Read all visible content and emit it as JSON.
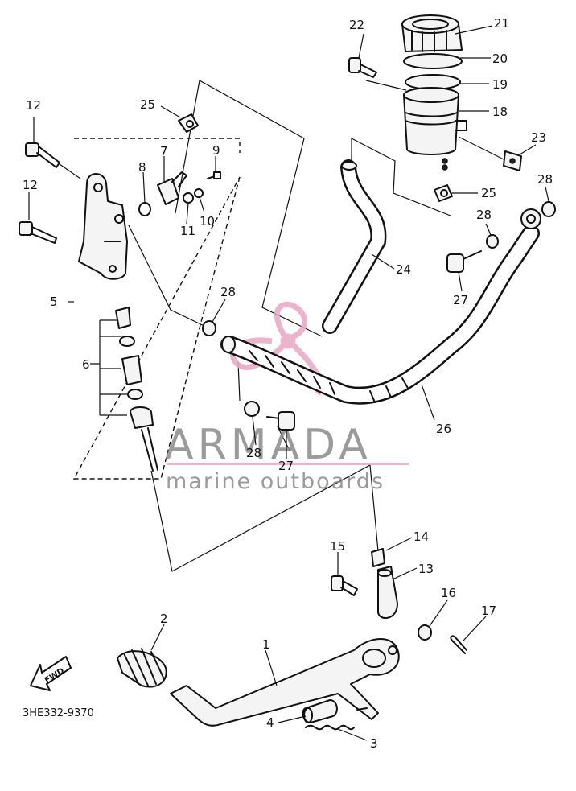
{
  "diagram": {
    "code": "3HE332-9370",
    "fwd_label": "FWD",
    "callouts": [
      {
        "id": "c1",
        "text": "1"
      },
      {
        "id": "c2",
        "text": "2"
      },
      {
        "id": "c3",
        "text": "3"
      },
      {
        "id": "c4",
        "text": "4"
      },
      {
        "id": "c5",
        "text": "5"
      },
      {
        "id": "c6",
        "text": "6"
      },
      {
        "id": "c7",
        "text": "7"
      },
      {
        "id": "c8",
        "text": "8"
      },
      {
        "id": "c9",
        "text": "9"
      },
      {
        "id": "c10",
        "text": "10"
      },
      {
        "id": "c11",
        "text": "11"
      },
      {
        "id": "c12a",
        "text": "12"
      },
      {
        "id": "c12b",
        "text": "12"
      },
      {
        "id": "c13",
        "text": "13"
      },
      {
        "id": "c14",
        "text": "14"
      },
      {
        "id": "c15",
        "text": "15"
      },
      {
        "id": "c16",
        "text": "16"
      },
      {
        "id": "c17",
        "text": "17"
      },
      {
        "id": "c18",
        "text": "18"
      },
      {
        "id": "c19",
        "text": "19"
      },
      {
        "id": "c20",
        "text": "20"
      },
      {
        "id": "c21",
        "text": "21"
      },
      {
        "id": "c22",
        "text": "22"
      },
      {
        "id": "c23",
        "text": "23"
      },
      {
        "id": "c24",
        "text": "24"
      },
      {
        "id": "c25a",
        "text": "25"
      },
      {
        "id": "c25b",
        "text": "25"
      },
      {
        "id": "c26",
        "text": "26"
      },
      {
        "id": "c27a",
        "text": "27"
      },
      {
        "id": "c27b",
        "text": "27"
      },
      {
        "id": "c28a",
        "text": "28"
      },
      {
        "id": "c28b",
        "text": "28"
      },
      {
        "id": "c28c",
        "text": "28"
      },
      {
        "id": "c28d",
        "text": "28"
      }
    ]
  },
  "watermark": {
    "brand": "ARMADA",
    "tagline": "marine outboards",
    "text_color": "#8a8a8a",
    "accent_color": "#e8a6c4"
  }
}
